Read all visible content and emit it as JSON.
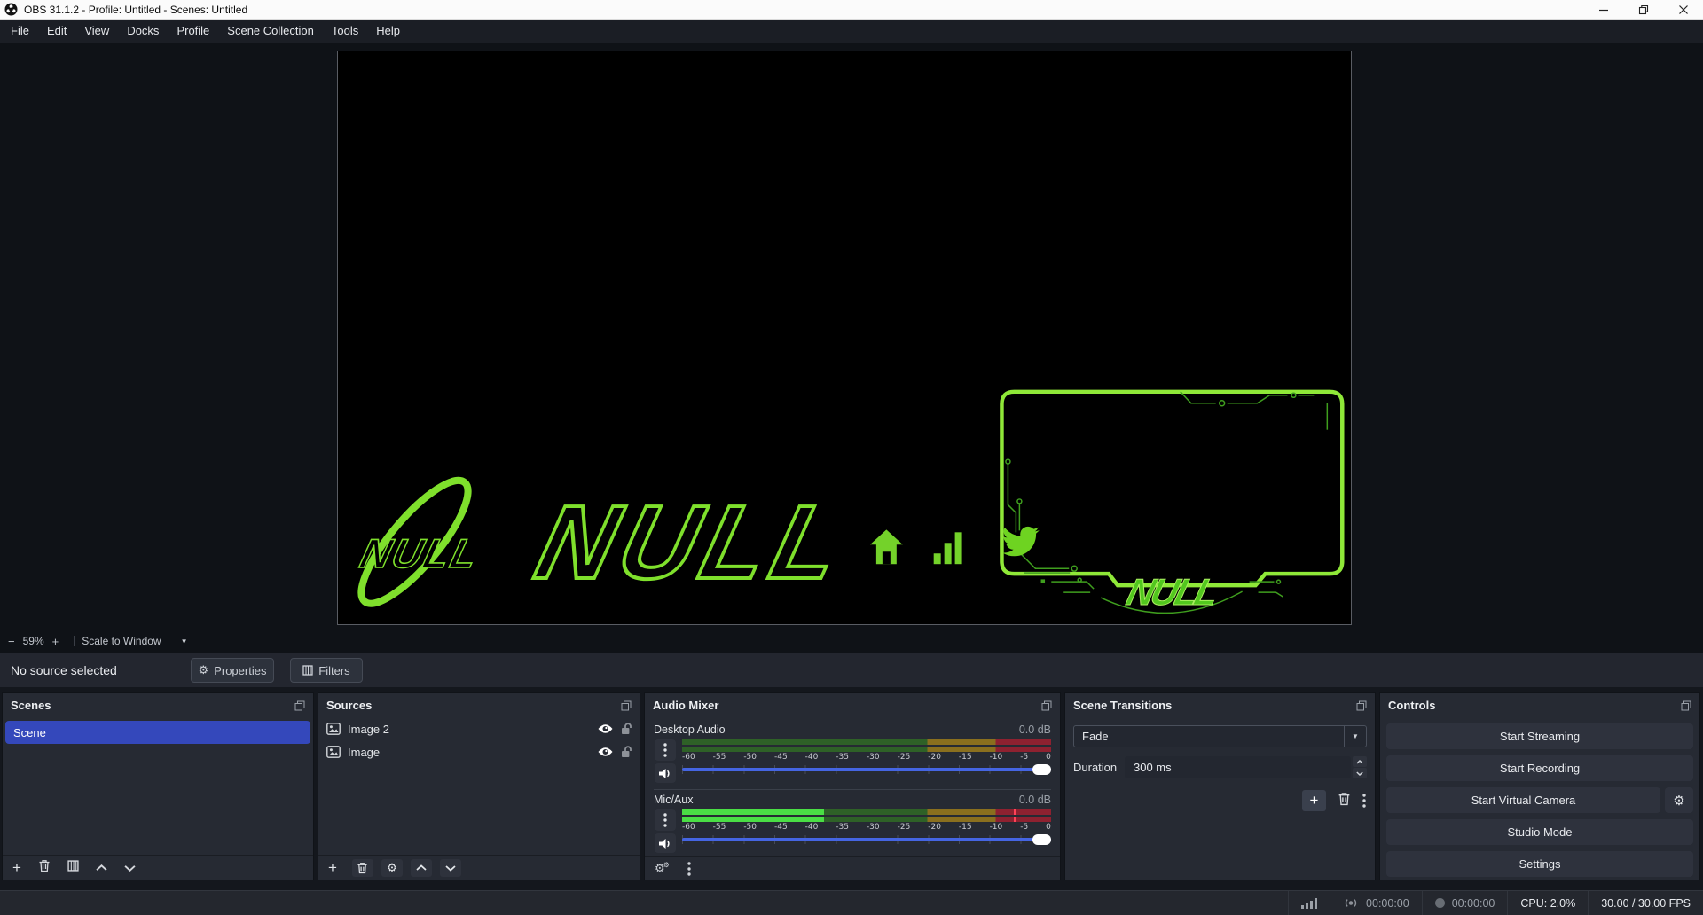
{
  "window": {
    "title": "OBS 31.1.2 - Profile: Untitled - Scenes: Untitled"
  },
  "menu": {
    "items": [
      "File",
      "Edit",
      "View",
      "Docks",
      "Profile",
      "Scene Collection",
      "Tools",
      "Help"
    ]
  },
  "preview": {
    "zoom_out": "−",
    "zoom_level": "59%",
    "zoom_in": "+",
    "scale_mode": "Scale to Window",
    "dropdown_arrow": "▼",
    "canvas": {
      "logo_small": "NULL",
      "logo_big": "NULL",
      "cam_badge": "NULL"
    },
    "accent_green": "#7fe02c"
  },
  "source_toolbar": {
    "status": "No source selected",
    "properties_label": "Properties",
    "filters_label": "Filters"
  },
  "scenes": {
    "title": "Scenes",
    "items": [
      {
        "label": "Scene",
        "selected": true
      }
    ]
  },
  "sources": {
    "title": "Sources",
    "rows": [
      {
        "label": "Image 2"
      },
      {
        "label": "Image"
      }
    ]
  },
  "audio_mixer": {
    "title": "Audio Mixer",
    "ticks": [
      "-60",
      "-55",
      "-50",
      "-45",
      "-40",
      "-35",
      "-30",
      "-25",
      "-20",
      "-15",
      "-10",
      "-5",
      "0"
    ],
    "channels": [
      {
        "name": "Desktop Audio",
        "level": "0.0 dB",
        "lit_pct": 0,
        "peak_pct": -10
      },
      {
        "name": "Mic/Aux",
        "level": "0.0 dB",
        "lit_pct": 38.5,
        "peak_pct": 90
      }
    ],
    "selection_blue": "#3448bb"
  },
  "transitions": {
    "title": "Scene Transitions",
    "selected": "Fade",
    "duration_label": "Duration",
    "duration_value": "300 ms"
  },
  "controls": {
    "title": "Controls",
    "buttons": [
      "Start Streaming",
      "Start Recording",
      "Start Virtual Camera",
      "Studio Mode",
      "Settings"
    ]
  },
  "statusbar": {
    "stream_time": "00:00:00",
    "record_time": "00:00:00",
    "cpu": "CPU: 2.0%",
    "fps": "30.00 / 30.00 FPS"
  }
}
